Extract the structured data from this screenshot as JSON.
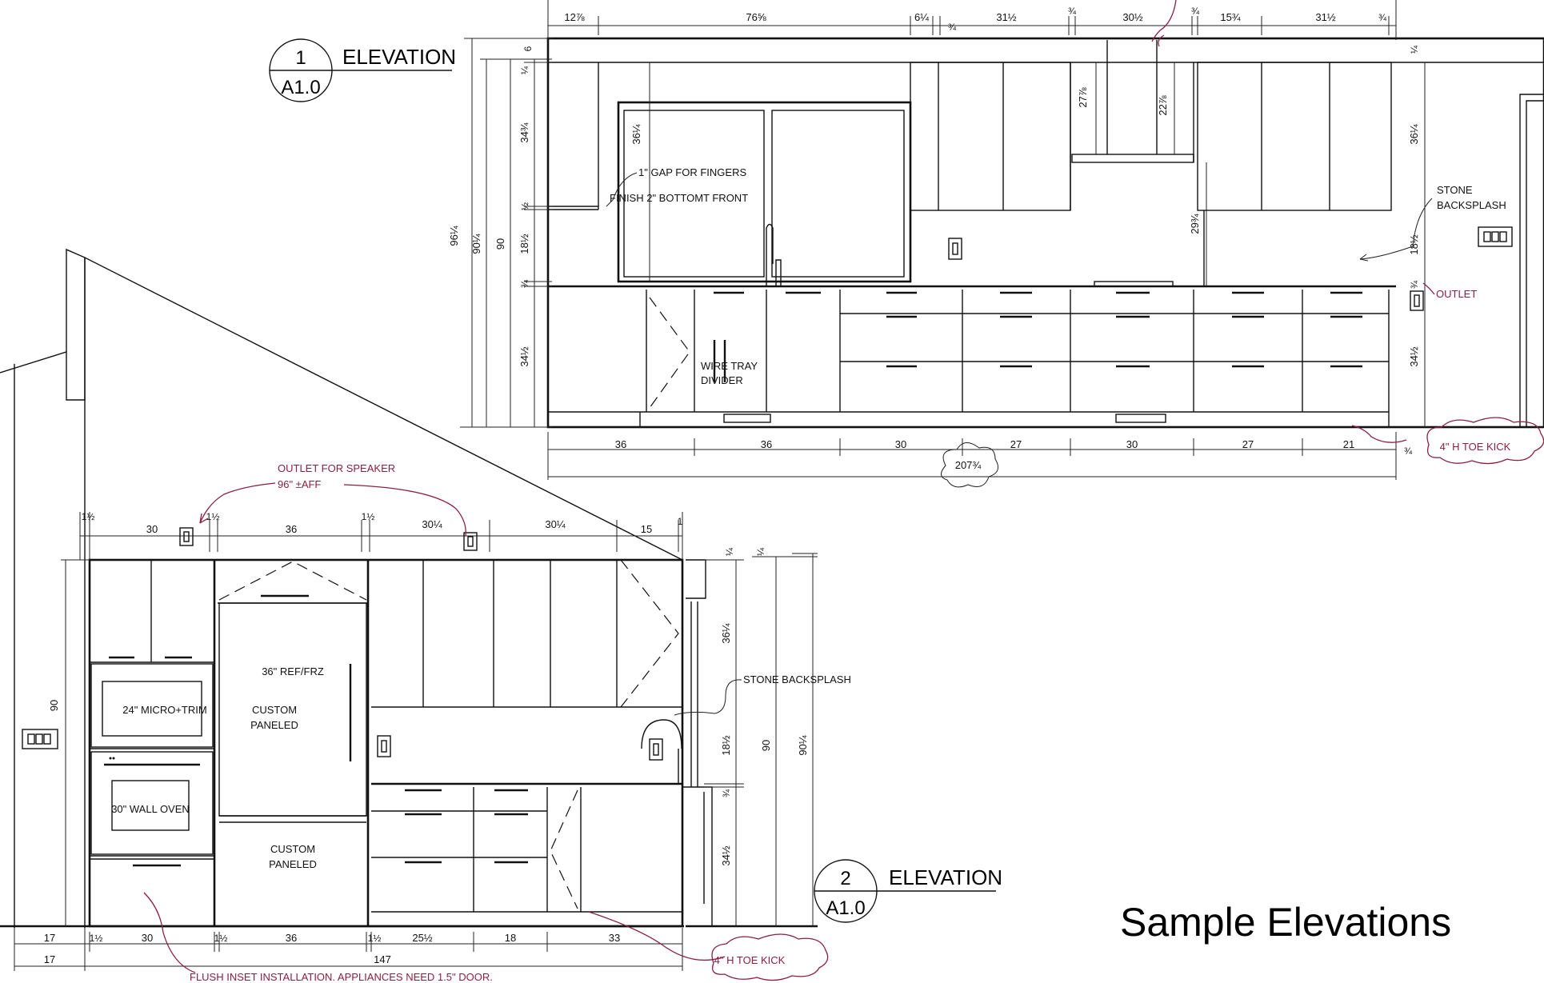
{
  "sheet_title": "Sample Elevations",
  "elevation1": {
    "number": "1",
    "sheet": "A1.0",
    "title": "ELEVATION",
    "top_dims": [
      "12⅞",
      "76⅝",
      "6¼",
      "¾",
      "31½",
      "¾",
      "30½",
      "¾",
      "15¾",
      "31½",
      "¾"
    ],
    "bottom_dims": [
      "36",
      "36",
      "30",
      "27",
      "30",
      "27",
      "21"
    ],
    "total_dim": "207¾",
    "left_dims": [
      "96¼",
      "90¼",
      "90",
      "¼",
      "34¾",
      "½",
      "18½",
      "¾",
      "34½",
      "6"
    ],
    "inner_dims": [
      "36¼",
      "27⅞",
      "22⅞",
      "29¾"
    ],
    "right_dims": [
      "¼",
      "36¼",
      "18½",
      "¾",
      "34½",
      "¾"
    ],
    "notes": {
      "gap": "1\" GAP FOR FINGERS",
      "finish": "FINISH 2\" BOTTOMT FRONT",
      "wire_tray": "WIRE TRAY",
      "divider": "DIVIDER",
      "stone": "STONE",
      "backsplash": "BACKSPLASH",
      "outlet": "OUTLET",
      "toe_kick": "4\" H TOE KICK"
    }
  },
  "elevation2": {
    "number": "2",
    "sheet": "A1.0",
    "title": "ELEVATION",
    "top_dims": [
      "1½",
      "30",
      "1½",
      "36",
      "1½",
      "30¼",
      "30¼",
      "15",
      "1"
    ],
    "bottom_dims": [
      "17",
      "1½",
      "30",
      "1½",
      "36",
      "1½",
      "25½",
      "18",
      "33"
    ],
    "total_left": "17",
    "total_dim": "147",
    "left_dim": "90",
    "right_dims": [
      "¼",
      "¼",
      "36¼",
      "18½",
      "¾",
      "34½",
      "90",
      "90¼"
    ],
    "notes": {
      "outlet_speaker": "OUTLET FOR SPEAKER",
      "aff": "96\" ±AFF",
      "micro": "24\" MICRO+TRIM",
      "oven": "30\" WALL OVEN",
      "ref": "36\" REF/FRZ",
      "custom1": "CUSTOM",
      "paneled1": "PANELED",
      "custom2": "CUSTOM",
      "paneled2": "PANELED",
      "stone_backsplash": "STONE BACKSPLASH",
      "toe_kick": "4\" H TOE KICK",
      "flush": "FLUSH INSET INSTALLATION. APPLIANCES NEED 1.5\" DOOR."
    }
  }
}
